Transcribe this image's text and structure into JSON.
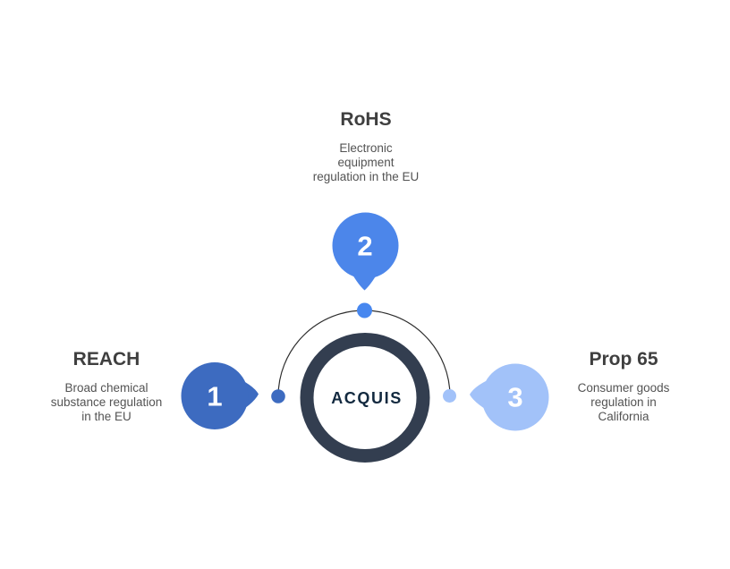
{
  "diagram": {
    "center_logo": "ACQUIS",
    "items": [
      {
        "number": "1",
        "title": "REACH",
        "desc_lines": [
          "Broad chemical",
          "substance regulation",
          "in the EU"
        ],
        "color": "#3D6BC0"
      },
      {
        "number": "2",
        "title": "RoHS",
        "desc_lines": [
          "Electronic",
          "equipment",
          "regulation in the EU"
        ],
        "color": "#4C86EA"
      },
      {
        "number": "3",
        "title": "Prop 65",
        "desc_lines": [
          "Consumer goods",
          "regulation in",
          "California"
        ],
        "color": "#A2C2F9"
      }
    ],
    "colors": {
      "ring": "#333E50",
      "arc": "#2E2E2E",
      "logo_text": "#12293F",
      "heading_text": "#3F3F3F",
      "body_text": "#535353",
      "dot_top": "#4787EF"
    }
  }
}
